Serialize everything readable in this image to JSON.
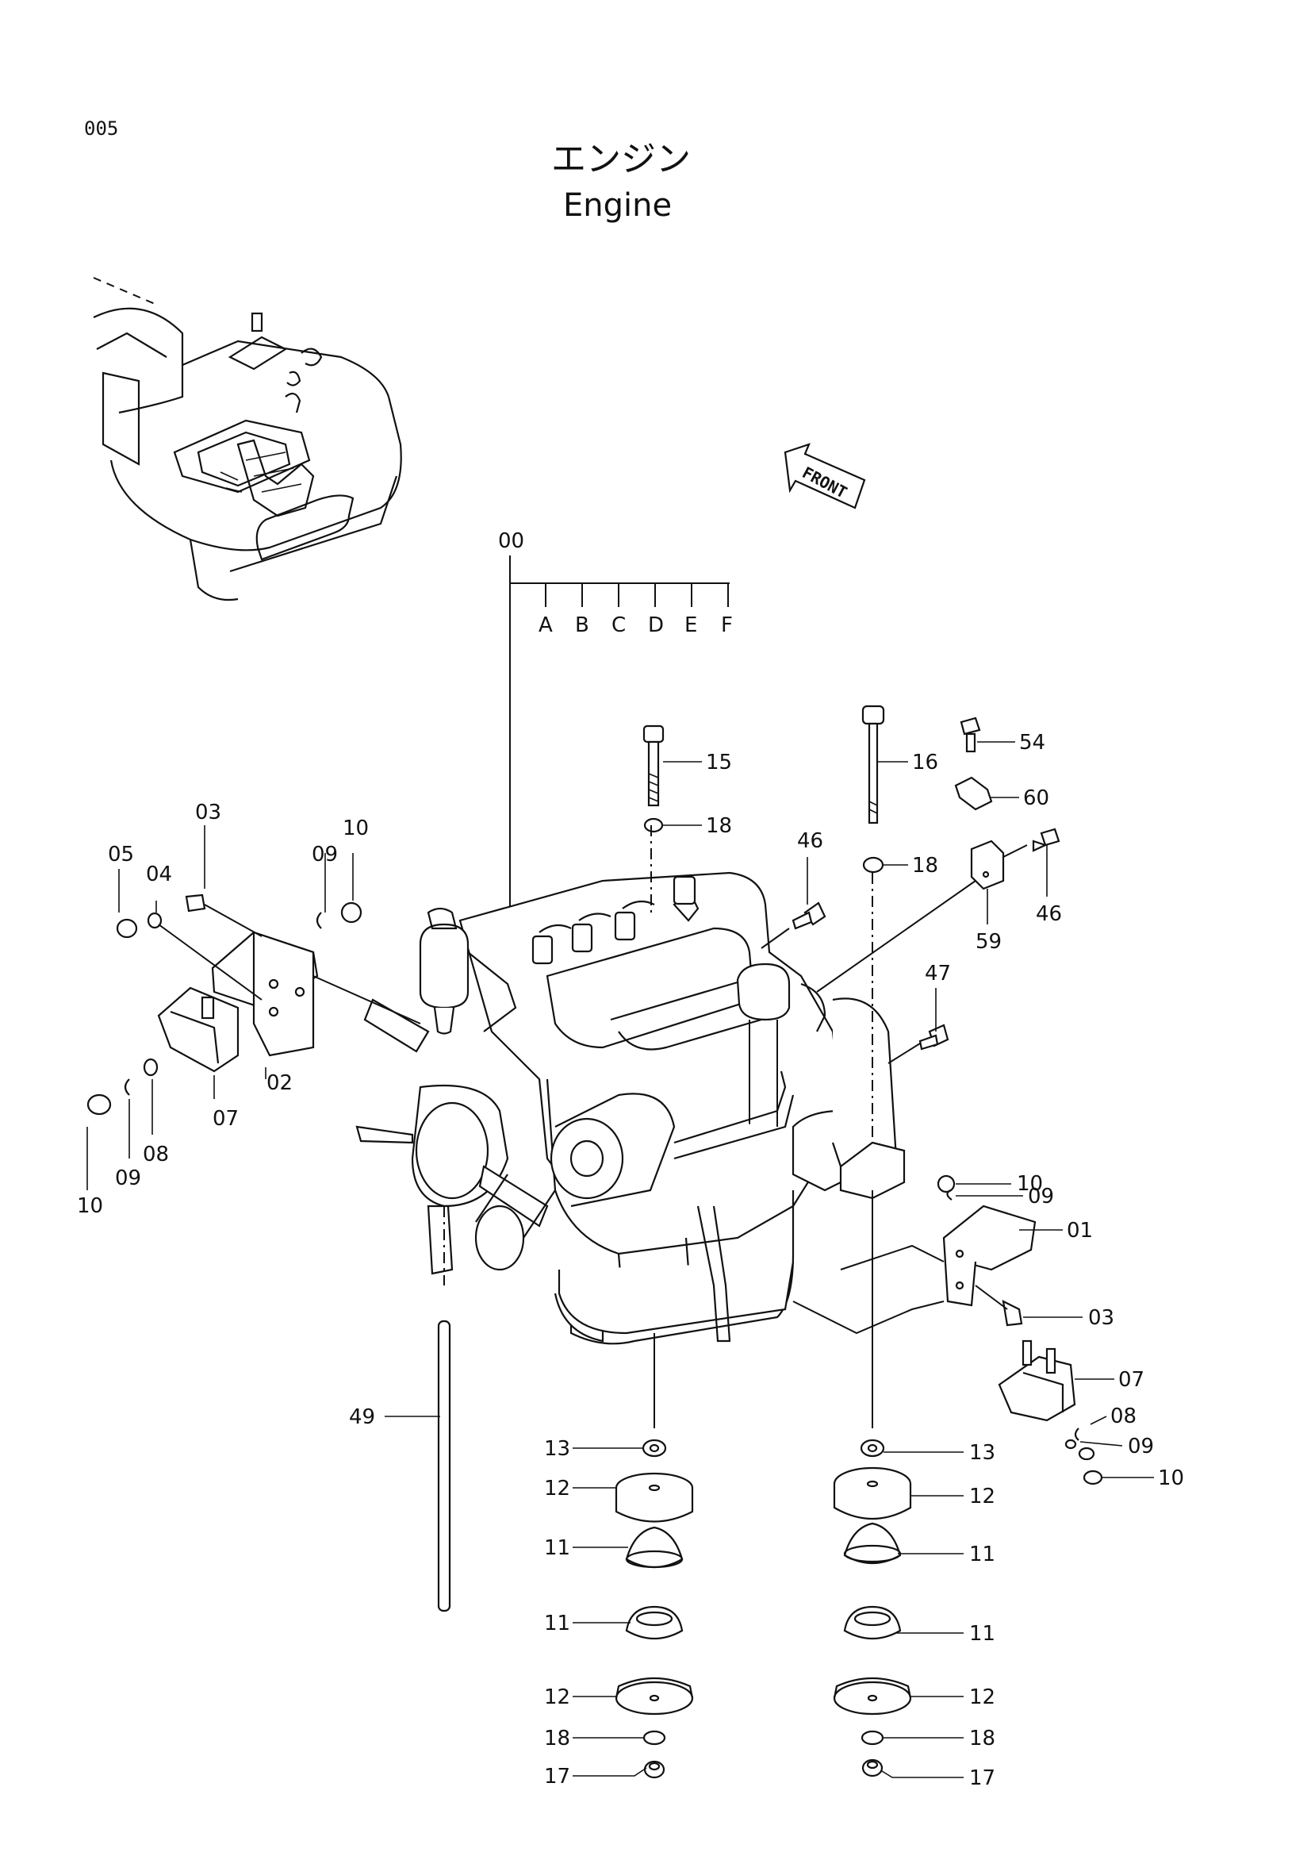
{
  "page": {
    "number": "005",
    "title_jp": "エンジン",
    "title_en": "Engine",
    "front_label": "FRONT"
  },
  "assembly": {
    "code": "00",
    "variants": [
      "A",
      "B",
      "C",
      "D",
      "E",
      "F"
    ]
  },
  "callouts": [
    "00",
    "01",
    "02",
    "03",
    "03",
    "04",
    "05",
    "07",
    "07",
    "08",
    "08",
    "09",
    "09",
    "09",
    "09",
    "10",
    "10",
    "10",
    "10",
    "11",
    "11",
    "11",
    "11",
    "12",
    "12",
    "12",
    "12",
    "13",
    "13",
    "15",
    "16",
    "17",
    "17",
    "18",
    "18",
    "18",
    "18",
    "46",
    "46",
    "47",
    "49",
    "54",
    "59",
    "60"
  ],
  "labels": {
    "l03a": "03",
    "l05": "05",
    "l04": "04",
    "l09a": "09",
    "l10a": "10",
    "l02": "02",
    "l07a": "07",
    "l10b": "10",
    "l09b": "09",
    "l08a": "08",
    "l15": "15",
    "l18a": "18",
    "l16": "16",
    "l18b": "18",
    "l54": "54",
    "l60": "60",
    "l46a": "46",
    "l46b": "46",
    "l59": "59",
    "l47": "47",
    "l10c": "10",
    "l09c": "09",
    "l01": "01",
    "l03b": "03",
    "l07b": "07",
    "l08b": "08",
    "l09d": "09",
    "l10d": "10",
    "l49": "49",
    "l13a": "13",
    "l12a": "12",
    "l11a": "11",
    "l11b": "11",
    "l12b": "12",
    "l18c": "18",
    "l17a": "17",
    "l13b": "13",
    "l12c": "12",
    "l11c": "11",
    "l11d": "11",
    "l12d": "12",
    "l18d": "18",
    "l17b": "17"
  }
}
